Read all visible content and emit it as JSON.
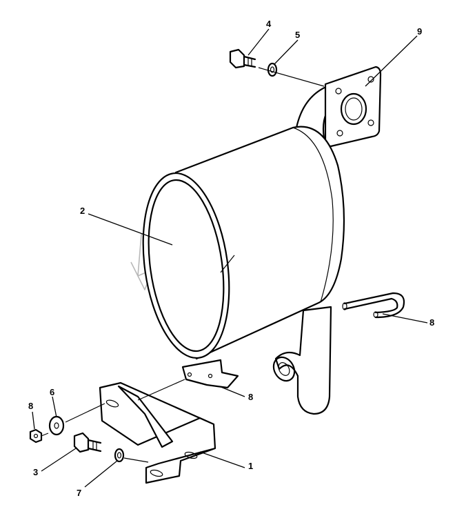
{
  "callouts": [
    {
      "id": "c-4",
      "label": "4"
    },
    {
      "id": "c-5",
      "label": "5"
    },
    {
      "id": "c-9",
      "label": "9"
    },
    {
      "id": "c-2",
      "label": "2"
    },
    {
      "id": "c-8a",
      "label": "8"
    },
    {
      "id": "c-8b",
      "label": "8"
    },
    {
      "id": "c-6",
      "label": "6"
    },
    {
      "id": "c-8c",
      "label": "8"
    },
    {
      "id": "c-1",
      "label": "1"
    },
    {
      "id": "c-3",
      "label": "3"
    },
    {
      "id": "c-7",
      "label": "7"
    }
  ],
  "colors": {
    "line": "#000000",
    "watermark": "#b8b8b8",
    "background": "#ffffff"
  },
  "parts": {
    "muffler": "muffler-body",
    "flange": "exhaust-flange",
    "tailpipe": "tailpipe",
    "u_bolt": "u-bolt-clamp",
    "clamp_bracket": "clamp-bracket",
    "mount_bracket": "mounting-bracket",
    "bolt_top": "hex-bolt",
    "washer_top": "washer",
    "bolt_bottom": "hex-bolt",
    "washer_bottom": "washer",
    "nut": "hex-nut",
    "washer_nut": "flat-washer"
  }
}
